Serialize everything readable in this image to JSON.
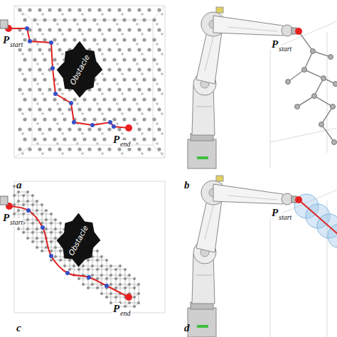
{
  "diagram": {
    "nodes": [
      {
        "text": [
          "Obstacle"
        ]
      },
      {
        "text": [
          "Obstacle"
        ]
      }
    ],
    "labels": [
      "P",
      "start",
      "P",
      "end",
      "a",
      "P",
      "start",
      "b",
      "P",
      "start",
      "P",
      "end",
      "c",
      "P",
      "start",
      "d"
    ]
  }
}
